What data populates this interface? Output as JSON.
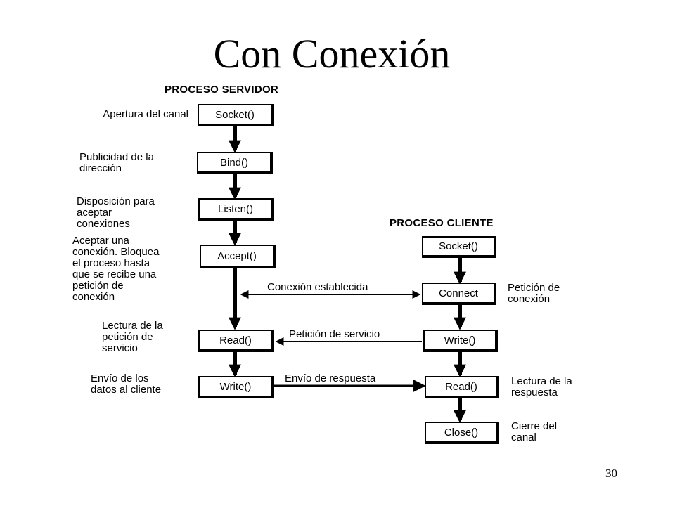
{
  "title": "Con Conexión",
  "page_number": "30",
  "server": {
    "heading": "PROCESO SERVIDOR",
    "steps": [
      {
        "call": "Socket()",
        "description": "Apertura del canal"
      },
      {
        "call": "Bind()",
        "description": "Publicidad de la\ndirección"
      },
      {
        "call": "Listen()",
        "description": "Disposición para\naceptar\nconexiones"
      },
      {
        "call": "Accept()",
        "description": "Aceptar una\nconexión. Bloquea\nel proceso hasta\nque se recibe una\npetición de\nconexión"
      },
      {
        "call": "Read()",
        "description": "Lectura de la\npetición de\nservicio"
      },
      {
        "call": "Write()",
        "description": "Envío de los\ndatos al cliente"
      }
    ]
  },
  "client": {
    "heading": "PROCESO CLIENTE",
    "steps": [
      {
        "call": "Socket()",
        "description": ""
      },
      {
        "call": "Connect",
        "description": "Petición de\nconexión"
      },
      {
        "call": "Write()",
        "description": ""
      },
      {
        "call": "Read()",
        "description": "Lectura de la\nrespuesta"
      },
      {
        "call": "Close()",
        "description": "Cierre del\ncanal"
      }
    ]
  },
  "connections": {
    "established": "Conexión establecida",
    "service_request": "Petición de servicio",
    "response": "Envío de respuesta"
  }
}
